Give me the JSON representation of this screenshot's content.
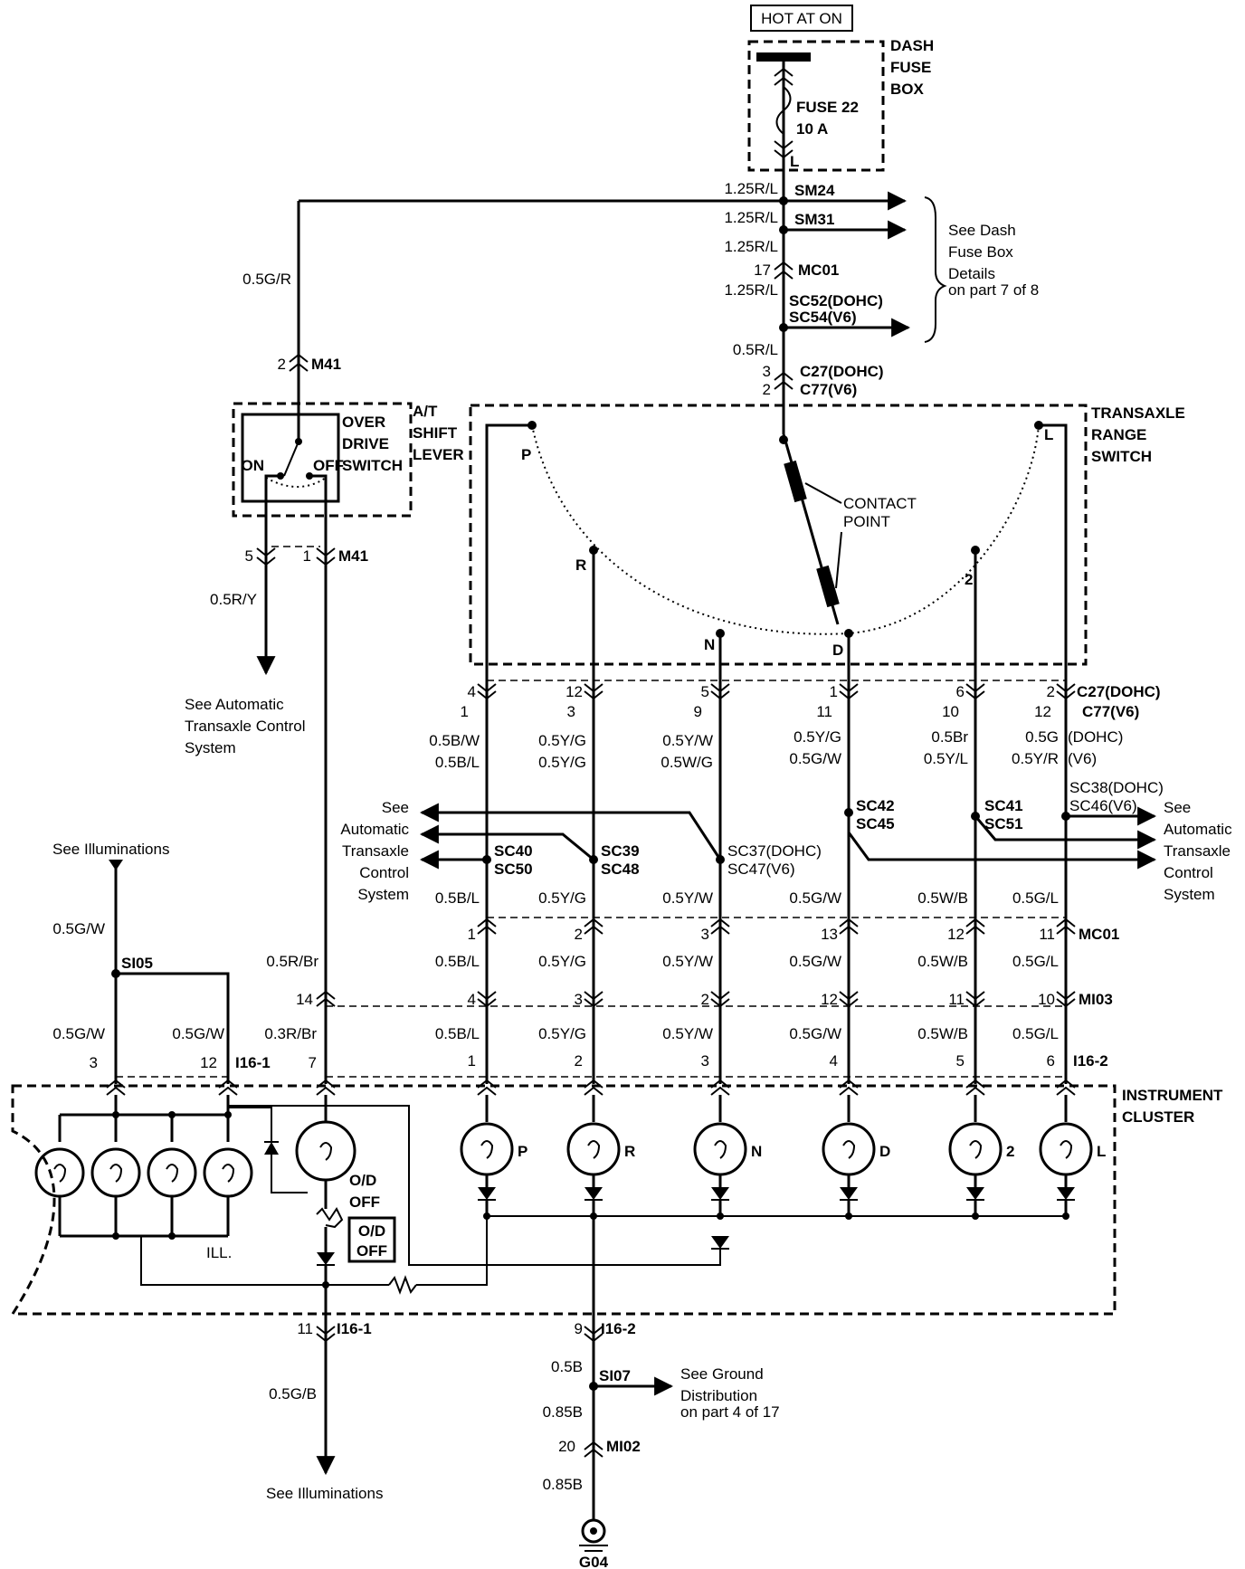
{
  "power": {
    "hot_label": "HOT AT ON",
    "fuse_box_label": [
      "DASH",
      "FUSE",
      "BOX"
    ],
    "fuse_name": "FUSE 22",
    "fuse_rating": "10 A",
    "fuse_wire_letter": "L"
  },
  "upper_splices": {
    "wires": [
      "1.25R/L",
      "1.25R/L",
      "1.25R/L",
      "1.25R/L"
    ],
    "sm24": "SM24",
    "sm31": "SM31",
    "mc01_pin": "17",
    "mc01": "MC01",
    "sc52": "SC52(DOHC)",
    "sc54": "SC54(V6)",
    "dash_ref": [
      "See Dash",
      "Fuse Box",
      "Details",
      "on part 7 of 8"
    ],
    "wire_05rl": "0.5R/L",
    "c27_pin": "3",
    "c27": "C27(DOHC)",
    "c77_pin": "2",
    "c77": "C77(V6)"
  },
  "overdrive": {
    "wire_in": "0.5G/R",
    "m41_top_pin": "2",
    "m41_top": "M41",
    "switch_label": [
      "OVER",
      "DRIVE",
      "SWITCH"
    ],
    "on_label": "ON",
    "off_label": "OFF",
    "lever_label": [
      "A/T",
      "SHIFT",
      "LEVER"
    ],
    "m41_pin5": "5",
    "m41_pin1": "1",
    "m41_bottom": "M41",
    "wire_05ry": "0.5R/Y",
    "tcs_ref": [
      "See Automatic",
      "Transaxle Control",
      "System"
    ],
    "wire_05rbr": "0.5R/Br",
    "wire_03rbr": "0.3R/Br"
  },
  "range_switch": {
    "label": [
      "TRANSAXLE",
      "RANGE",
      "SWITCH"
    ],
    "contact_label": [
      "CONTACT",
      "POINT"
    ],
    "positions": [
      "P",
      "R",
      "N",
      "D",
      "2",
      "L"
    ],
    "c27_label": "C27(DOHC)",
    "c77_label": "C77(V6)",
    "c27_pins": [
      "4",
      "12",
      "5",
      "1",
      "6",
      "2"
    ],
    "c77_pins": [
      "1",
      "3",
      "9",
      "11",
      "10",
      "12"
    ],
    "dohc_wires": [
      "0.5B/W",
      "0.5Y/G",
      "0.5Y/W",
      "0.5Y/G",
      "0.5Br",
      "0.5G"
    ],
    "v6_wires": [
      "0.5B/L",
      "0.5Y/G",
      "0.5W/G",
      "0.5G/W",
      "0.5Y/L",
      "0.5Y/R"
    ],
    "dohc_suffix": "(DOHC)",
    "v6_suffix": "(V6)"
  },
  "lower_splices": {
    "sc40": "SC40",
    "sc50": "SC50",
    "sc39": "SC39",
    "sc48": "SC48",
    "sc37": "SC37(DOHC)",
    "sc47": "SC47(V6)",
    "sc42": "SC42",
    "sc45": "SC45",
    "sc41": "SC41",
    "sc51": "SC51",
    "sc38": "SC38(DOHC)",
    "sc46": "SC46(V6)",
    "left_ref": [
      "See",
      "Automatic",
      "Transaxle",
      "Control",
      "System"
    ],
    "right_ref": [
      "See",
      "Automatic",
      "Transaxle",
      "Control",
      "System"
    ],
    "wires_a": [
      "0.5B/L",
      "0.5Y/G",
      "0.5Y/W",
      "0.5G/W",
      "0.5W/B",
      "0.5G/L"
    ],
    "mc01_pins": [
      "1",
      "2",
      "3",
      "13",
      "12",
      "11"
    ],
    "mc01": "MC01",
    "wires_b": [
      "0.5B/L",
      "0.5Y/G",
      "0.5Y/W",
      "0.5G/W",
      "0.5W/B",
      "0.5G/L"
    ],
    "mi03_pins": [
      "4",
      "3",
      "2",
      "12",
      "11",
      "10"
    ],
    "mi03_od_pin": "14",
    "mi03": "MI03",
    "wires_c": [
      "0.5B/L",
      "0.5Y/G",
      "0.5Y/W",
      "0.5G/W",
      "0.5W/B",
      "0.5G/L"
    ],
    "i16_2_pins": [
      "1",
      "2",
      "3",
      "4",
      "5",
      "6"
    ],
    "i16_2": "I16-2"
  },
  "illumination": {
    "ref_top": "See Illuminations",
    "wire_top": "0.5G/W",
    "si05": "SI05",
    "wire_left": "0.5G/W",
    "wire_right": "0.5G/W",
    "pin3": "3",
    "pin12": "12",
    "pin7": "7",
    "i16_1": "I16-1"
  },
  "cluster": {
    "label": [
      "INSTRUMENT",
      "CLUSTER"
    ],
    "ill_label": "ILL.",
    "od_off_lamp": [
      "O/D",
      "OFF"
    ],
    "od_off_box": [
      "O/D",
      "OFF"
    ],
    "lamp_labels": [
      "P",
      "R",
      "N",
      "D",
      "2",
      "L"
    ]
  },
  "ground": {
    "i16_1_pin": "11",
    "i16_1": "I16-1",
    "wire_05gb": "0.5G/B",
    "ref_bottom": "See Illuminations",
    "i16_2_pin": "9",
    "i16_2": "I16-2",
    "wire_05b": "0.5B",
    "si07": "SI07",
    "ground_ref": [
      "See Ground",
      "Distribution",
      "on part 4 of 17"
    ],
    "wire_085b_1": "0.85B",
    "mi02_pin": "20",
    "mi02": "MI02",
    "wire_085b_2": "0.85B",
    "ground_point": "G04"
  }
}
